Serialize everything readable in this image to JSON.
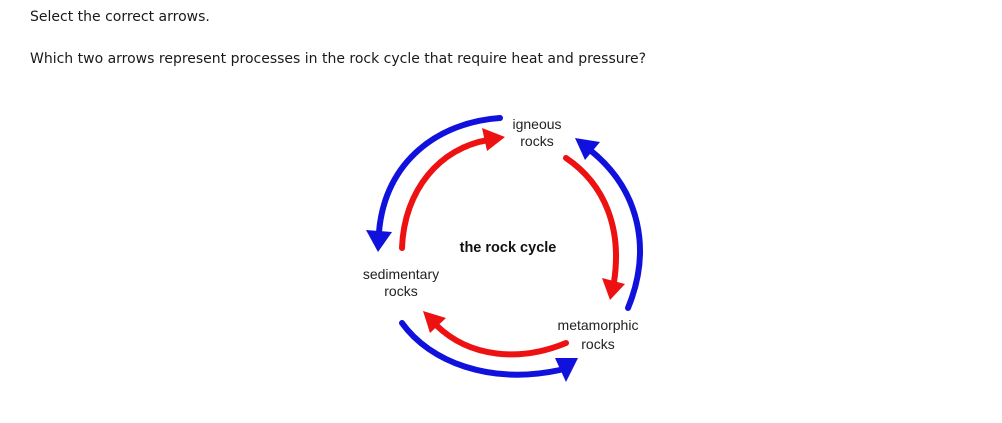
{
  "question": {
    "instruction": "Select the correct arrows.",
    "prompt": "Which two arrows represent processes in the rock cycle that require heat and pressure?"
  },
  "diagram": {
    "title": "the rock cycle",
    "nodes": {
      "igneous": [
        "igneous",
        "rocks"
      ],
      "sedimentary": [
        "sedimentary",
        "rocks"
      ],
      "metamorphic": [
        "metamorphic",
        "rocks"
      ]
    },
    "colors": {
      "red": "#ee1111",
      "blue": "#1111dd"
    },
    "arrows": [
      {
        "id": "arrow-igneous-to-sedimentary",
        "from": "igneous",
        "to": "sedimentary",
        "color": "blue"
      },
      {
        "id": "arrow-sedimentary-to-igneous",
        "from": "sedimentary",
        "to": "igneous",
        "color": "red"
      },
      {
        "id": "arrow-igneous-to-metamorphic",
        "from": "igneous",
        "to": "metamorphic",
        "color": "red"
      },
      {
        "id": "arrow-metamorphic-to-igneous",
        "from": "metamorphic",
        "to": "igneous",
        "color": "blue"
      },
      {
        "id": "arrow-metamorphic-to-sedimentary",
        "from": "metamorphic",
        "to": "sedimentary",
        "color": "red"
      },
      {
        "id": "arrow-sedimentary-to-metamorphic",
        "from": "sedimentary",
        "to": "metamorphic",
        "color": "blue"
      }
    ]
  }
}
